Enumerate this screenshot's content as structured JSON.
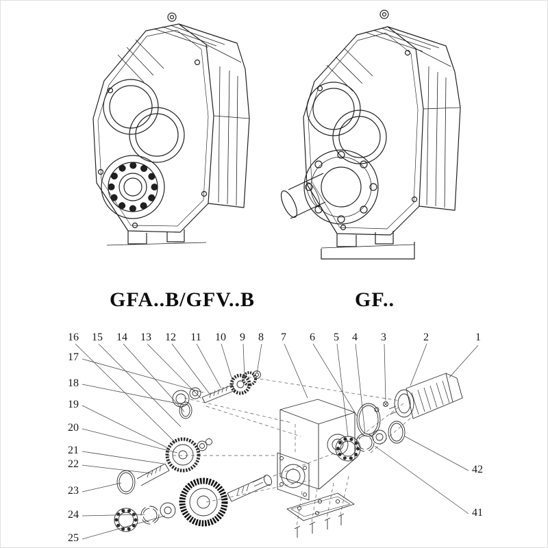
{
  "figure": {
    "left_model_label": "GFA..B/GFV..B",
    "right_model_label": "GF..",
    "line_color": "#1f1f1f",
    "background": "#ffffff"
  },
  "exploded": {
    "top_callouts": [
      "16",
      "15",
      "14",
      "13",
      "12",
      "11",
      "10",
      "9",
      "8",
      "7",
      "6",
      "5",
      "4",
      "3",
      "2",
      "1"
    ],
    "left_callouts": [
      "17",
      "18",
      "19",
      "20",
      "21",
      "22",
      "23",
      "24",
      "25"
    ],
    "right_callouts": [
      "42",
      "41"
    ]
  }
}
